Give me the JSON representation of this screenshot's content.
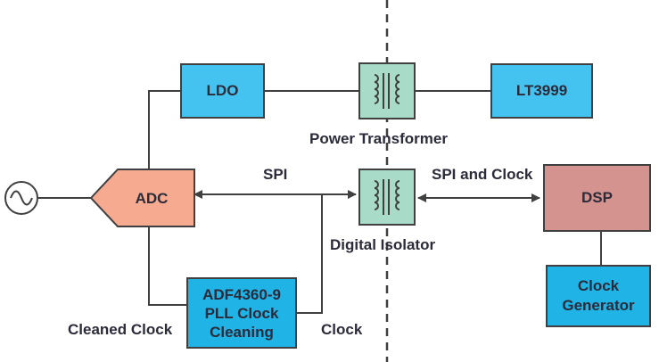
{
  "blocks": {
    "adc": "ADC",
    "ldo": "LDO",
    "lt3999": "LT3999",
    "pll": [
      "ADF4360-9",
      "PLL Clock",
      "Cleaning"
    ],
    "dsp": "DSP",
    "clock_generator": [
      "Clock",
      "Generator"
    ]
  },
  "labels": {
    "power_transformer": "Power Transformer",
    "digital_isolator": "Digital Isolator",
    "spi": "SPI",
    "spi_and_clock": "SPI and Clock",
    "cleaned_clock": "Cleaned Clock",
    "clock": "Clock"
  },
  "colors": {
    "blue": "#45c3f0",
    "dark_blue": "#1fb3e6",
    "green": "#a8dcc8",
    "salmon": "#f6aa8f",
    "rose": "#d5938f",
    "line": "#404040"
  },
  "icons": {
    "signal_source": "sine-wave-source-icon",
    "transformer": "transformer-coil-icon"
  }
}
